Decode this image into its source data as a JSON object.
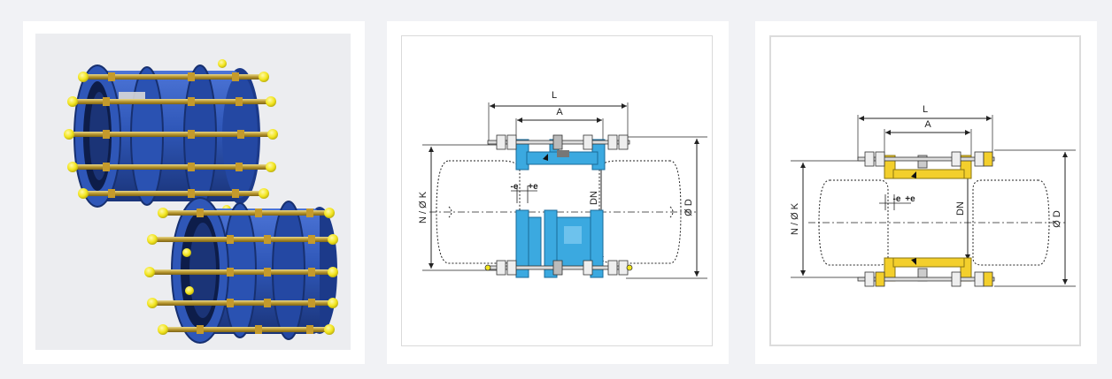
{
  "colors": {
    "page_bg": "#f1f2f5",
    "panel_bg": "#ffffff",
    "body_blue": "#2f57b8",
    "drawing_blue": "#3ba9e0",
    "cap_yellow": "#f2e51e",
    "drawing_yellow": "#f3cf2c",
    "bolt_grey": "#c8c8c8",
    "line": "#222222"
  },
  "drawing_blue": {
    "label_L": "L",
    "label_A": "A",
    "label_NK": "N / Ø K",
    "label_DN": "DN",
    "label_OD": "Ø D",
    "label_minus_e": "-e",
    "label_plus_e": "+e"
  },
  "drawing_yellow": {
    "label_L": "L",
    "label_A": "A",
    "label_NK": "N / Ø K",
    "label_DN": "DN",
    "label_OD": "Ø D",
    "label_minus_e": "-e",
    "label_plus_e": "+e"
  }
}
